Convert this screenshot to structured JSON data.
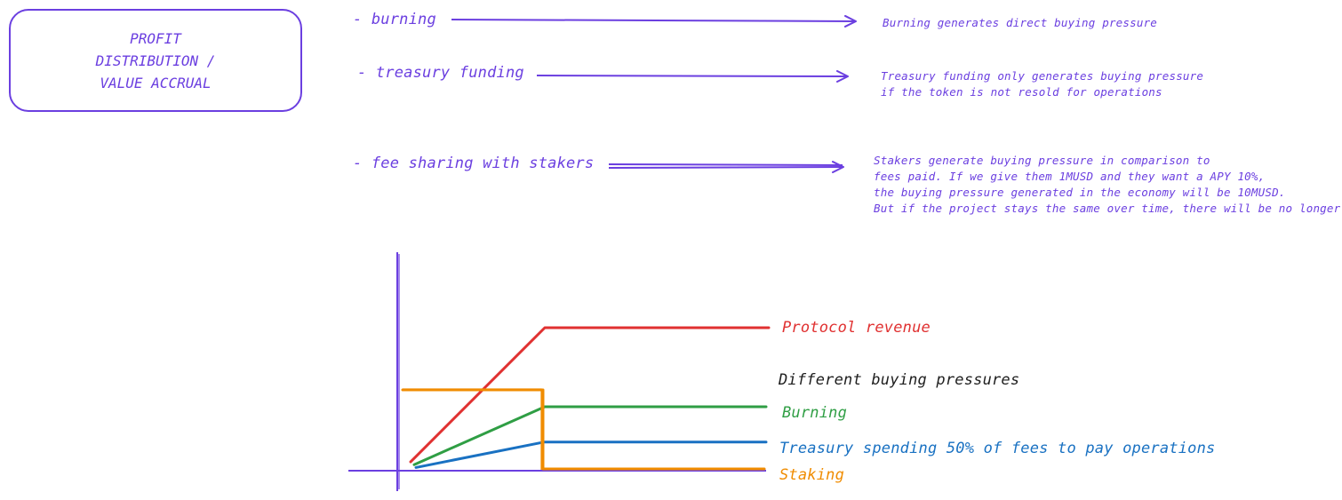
{
  "title_box": {
    "text": "PROFIT\nDISTRIBUTION /\nVALUE ACCRUAL"
  },
  "mechanisms": [
    {
      "label": "- burning",
      "description": [
        "Burning generates direct buying pressure"
      ]
    },
    {
      "label": "- treasury funding",
      "description": [
        "Treasury funding only generates buying pressure",
        "if the token is not resold for operations"
      ]
    },
    {
      "label": "- fee sharing with stakers",
      "description": [
        "Stakers generate buying pressure in comparison to",
        "fees paid. If we give them 1MUSD and they want a APY 10%,",
        "the buying pressure generated in the economy will be 10MUSD.",
        "But if the project stays the same over time, there will be no longer"
      ]
    }
  ],
  "colors": {
    "ink": "#6b3fe0",
    "protocol_revenue": "#e03131",
    "burning": "#2f9e44",
    "treasury": "#1971c2",
    "staking": "#f08c00",
    "caption": "#1e1e1e"
  },
  "chart_data": {
    "type": "line",
    "caption": "Different buying pressures",
    "x": [
      0,
      1,
      2
    ],
    "series": [
      {
        "name": "Protocol revenue",
        "values": [
          0.05,
          1.0,
          1.0
        ],
        "color": "#e03131"
      },
      {
        "name": "Burning",
        "values": [
          0.03,
          0.44,
          0.44
        ],
        "color": "#2f9e44"
      },
      {
        "name": "Treasury spending 50% of fees to pay operations",
        "values": [
          0.01,
          0.19,
          0.19
        ],
        "color": "#1971c2"
      },
      {
        "name": "Staking",
        "values": [
          0.56,
          0.56,
          0.0
        ],
        "color": "#f08c00"
      }
    ]
  }
}
